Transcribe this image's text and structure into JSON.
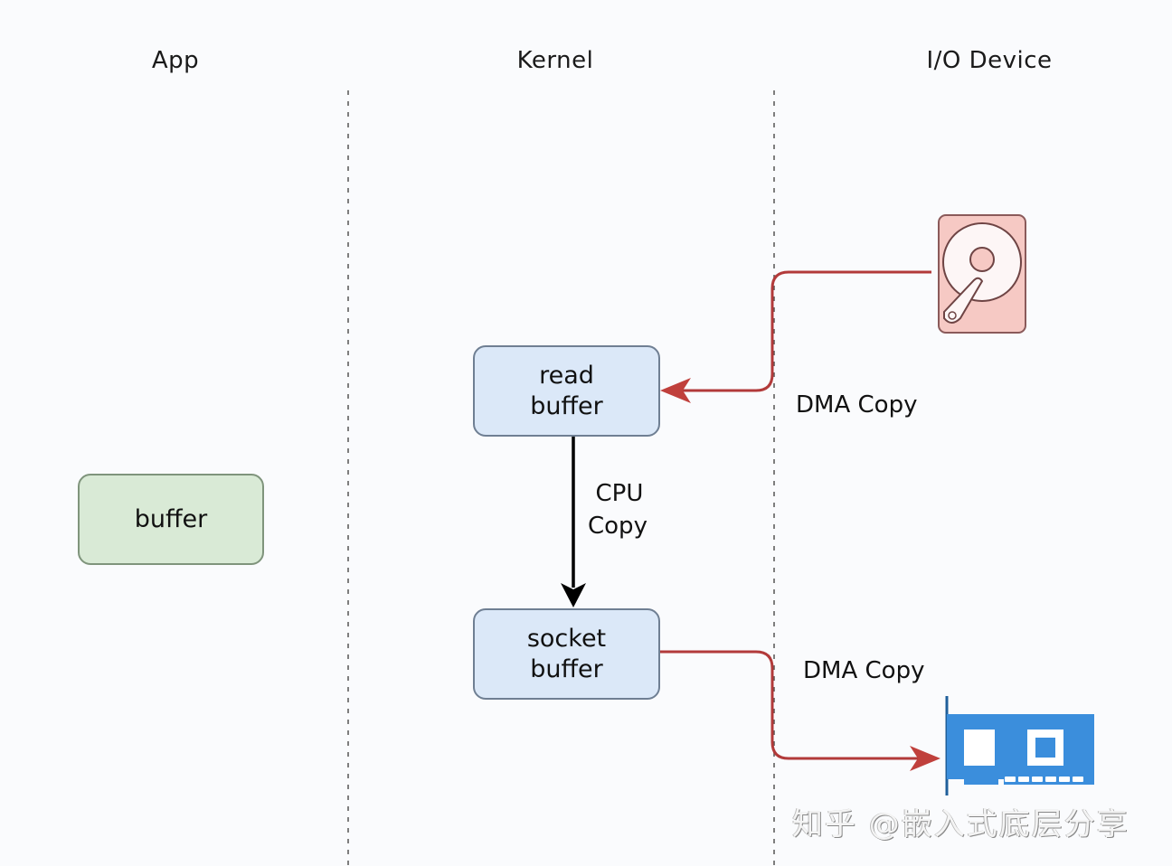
{
  "lanes": {
    "app": "App",
    "kernel": "Kernel",
    "device": "I/O Device"
  },
  "nodes": {
    "app_buffer": "buffer",
    "read_buffer": [
      "read",
      "buffer"
    ],
    "socket_buffer": [
      "socket",
      "buffer"
    ]
  },
  "edges": {
    "disk_to_read": "DMA Copy",
    "read_to_socket": [
      "CPU",
      "Copy"
    ],
    "socket_to_nic": "DMA Copy"
  },
  "icons": {
    "disk": "hard-disk-icon",
    "nic": "network-card-icon"
  },
  "colors": {
    "dma_arrow": "#b23a3a",
    "cpu_arrow": "#000000",
    "kernel_box": "#dbe8f8",
    "app_box": "#d9ead6",
    "disk_fill": "#f6c9c4",
    "nic_fill": "#3b8edc"
  },
  "watermark": "知乎 @嵌入式底层分享"
}
